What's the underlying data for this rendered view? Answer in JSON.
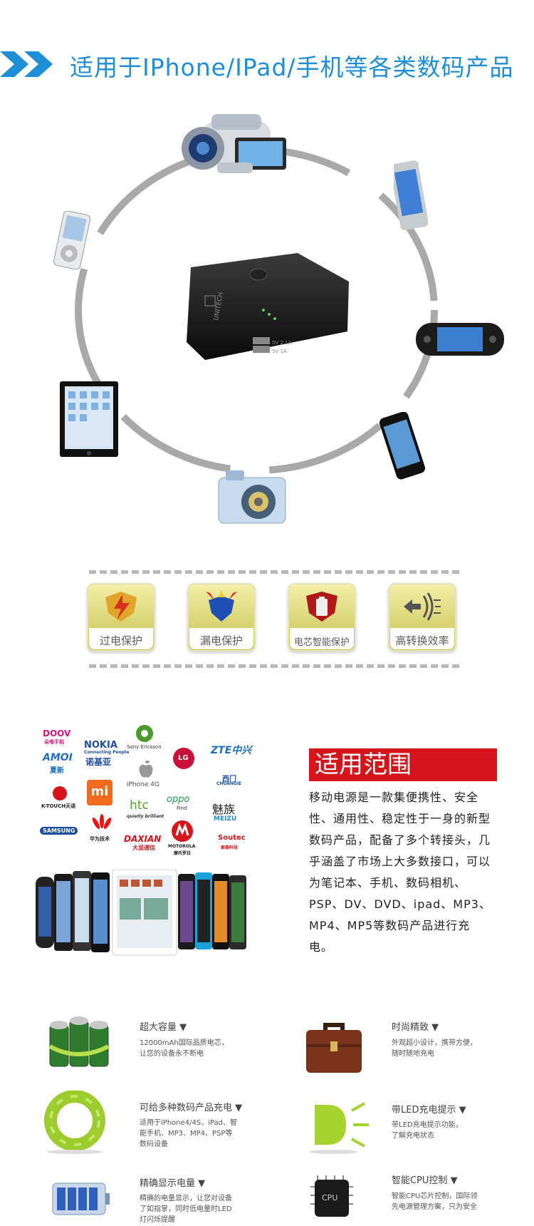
{
  "header": {
    "title": "适用于IPhone/IPad/手机等各类数码产品"
  },
  "powerbank": {
    "brand": "UNITECH",
    "port_labels": [
      "5V 2.1A",
      "5V 1A"
    ]
  },
  "features": [
    {
      "label": "过电保护",
      "icon": "lightning-shield-icon"
    },
    {
      "label": "漏电保护",
      "icon": "spark-shield-icon"
    },
    {
      "label": "电芯智能保护",
      "icon": "battery-shield-icon"
    },
    {
      "label": "高转换效率",
      "icon": "efficiency-arrows-icon"
    }
  ],
  "brands": {
    "doov": "DOOV",
    "doov_sub": "朵唯手机",
    "amoi": "AMOI",
    "amoi_sub": "夏新",
    "ktouch": "K-TOUCH天语",
    "samsung": "SAMSUNG",
    "nokia": "NOKIA",
    "nokia_sub": "Connecting People",
    "nokia_cn": "诺基亚",
    "mi": "mi",
    "huawei": "华为技术",
    "sony": "Sony Ericsson",
    "apple": "iPhone 4G",
    "htc": "htc",
    "htc_sub": "quietly brilliant",
    "daxian": "DAXIAN",
    "daxian_sub": "大显通信",
    "lg": "LG",
    "oppo": "oppo",
    "oppo_sub": "Find",
    "motorola": "MOTOROLA",
    "motorola_sub": "摩托罗拉",
    "zte": "ZTE中兴",
    "xindian": "西门",
    "xindian_sub": "CHUANGIE",
    "meizu": "魅族",
    "meizu_sub": "MEIZU",
    "soutec": "Soutec",
    "soutec_sub": "索泰科技"
  },
  "scope": {
    "title": "适用范围",
    "body": "移动电源是一款集便携性、安全性、通用性、稳定性于一身的新型数码产品，配备了多个转接头，几乎涵盖了市场上大多数接口，可以为笔记本、手机、数码相机、PSP、DV、DVD、ipad、MP3、MP4、MP5等数码产品进行充电。"
  },
  "bottom_features": [
    {
      "title": "超大容量 ▼",
      "desc": "12000mAh国际品质电芯，\n让您的设备永不断电"
    },
    {
      "title": "时尚精致 ▼",
      "desc": "外观超小设计，携带方便，\n随时随地充电"
    },
    {
      "title": "可给多种数码产品充电 ▼",
      "desc": "适用于iPhone4/4S、iPad、智\n能手机、MP3、MP4、PSP等\n数码设备"
    },
    {
      "title": "带LED充电提示 ▼",
      "desc": "带LED充电提示功能，\n了解充电状态"
    },
    {
      "title": "精确显示电量 ▼",
      "desc": "精确的电量显示，让您对设备\n了如指掌，同时低电量时LED\n灯闪烁提醒"
    },
    {
      "title": "智能CPU控制 ▼",
      "desc": "智能CPU芯片控制，国际领\n先电源管理方案，只为安全"
    }
  ],
  "cpu_chip_label": "CPU",
  "colors": {
    "accent": "#1e8ed6",
    "red": "#d6151b"
  }
}
